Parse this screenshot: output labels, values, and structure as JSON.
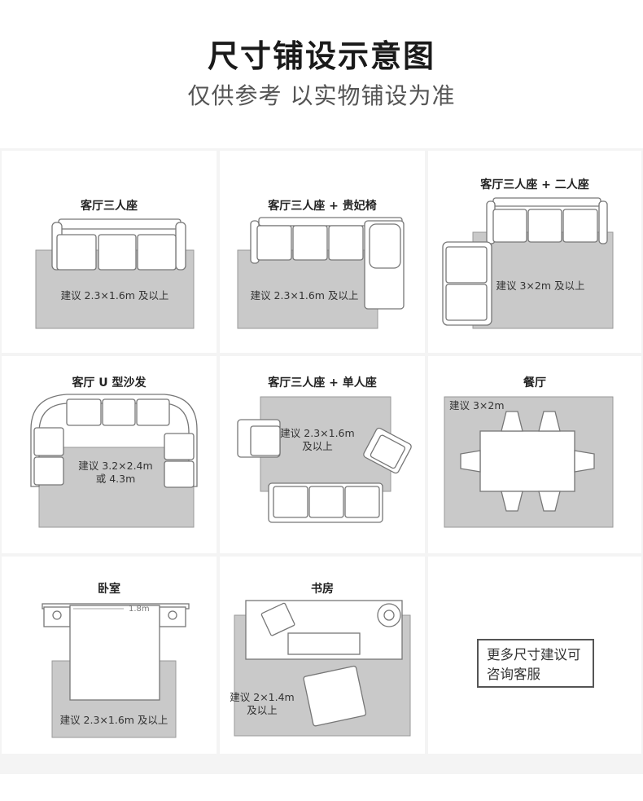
{
  "header": {
    "title": "尺寸铺设示意图",
    "subtitle": "仅供参考 以实物铺设为准"
  },
  "cells": [
    {
      "title": "客厅三人座",
      "note": "建议 2.3×1.6m 及以上"
    },
    {
      "title": "客厅三人座 + 贵妃椅",
      "note": "建议 2.3×1.6m 及以上"
    },
    {
      "title": "客厅三人座 + 二人座",
      "note": "建议 3×2m 及以上"
    },
    {
      "title": "客厅 U 型沙发",
      "note_line1": "建议 3.2×2.4m",
      "note_line2": "或 4.3m"
    },
    {
      "title": "客厅三人座 + 单人座",
      "note_line1": "建议 2.3×1.6m",
      "note_line2": "及以上"
    },
    {
      "title": "餐厅",
      "note": "建议 3×2m"
    },
    {
      "title": "卧室",
      "bed_width": "1.8m",
      "note": "建议 2.3×1.6m 及以上"
    },
    {
      "title": "书房",
      "note_line1": "建议 2×1.4m",
      "note_line2": "及以上"
    }
  ],
  "contact": {
    "line1": "更多尺寸建议可",
    "line2": "咨询客服"
  },
  "colors": {
    "rug": "#c9c9c9",
    "panel": "#f4f4f4",
    "outline": "#777777"
  }
}
